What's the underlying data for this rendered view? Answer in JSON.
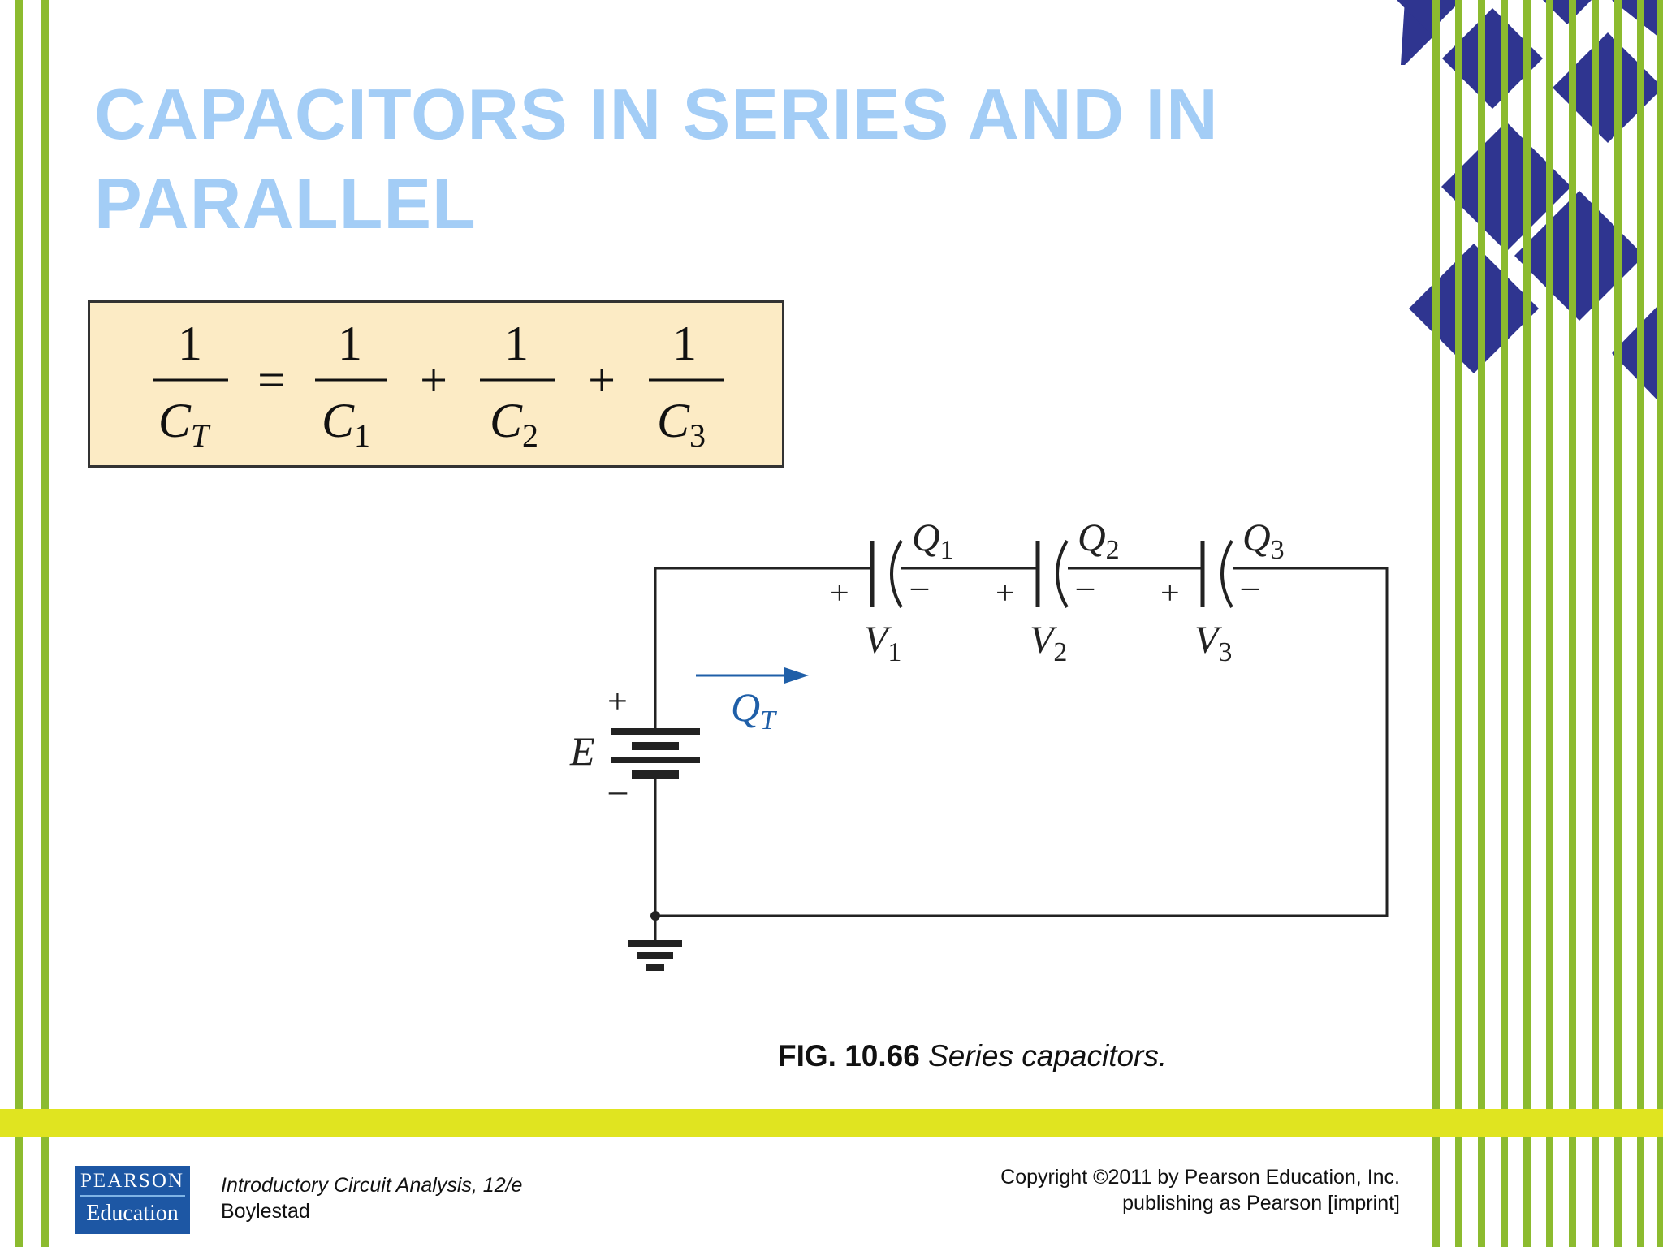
{
  "slide": {
    "title_line1": "CAPACITORS IN SERIES AND IN",
    "title_line2": "PARALLEL"
  },
  "formula": {
    "numerator": "1",
    "lhs_symbol": "C",
    "lhs_subscript": "T",
    "equals": "=",
    "plus": "+",
    "terms": [
      {
        "symbol": "C",
        "subscript": "1"
      },
      {
        "symbol": "C",
        "subscript": "2"
      },
      {
        "symbol": "C",
        "subscript": "3"
      }
    ]
  },
  "circuit": {
    "source_label": "E",
    "plus_sign": "+",
    "minus_sign": "–",
    "charge_total": {
      "symbol": "Q",
      "subscript": "T"
    },
    "capacitors": [
      {
        "charge": "Q",
        "charge_sub": "1",
        "voltage": "V",
        "voltage_sub": "1"
      },
      {
        "charge": "Q",
        "charge_sub": "2",
        "voltage": "V",
        "voltage_sub": "2"
      },
      {
        "charge": "Q",
        "charge_sub": "3",
        "voltage": "V",
        "voltage_sub": "3"
      }
    ]
  },
  "caption": {
    "number": "FIG. 10.66",
    "text": "Series capacitors."
  },
  "footer": {
    "logo_top": "PEARSON",
    "logo_bottom": "Education",
    "book_title": "Introductory Circuit Analysis, 12/e",
    "book_author": "Boylestad",
    "copyright_line1": "Copyright ©2011 by Pearson Education, Inc.",
    "copyright_line2": "publishing as Pearson [imprint]"
  },
  "colors": {
    "title": "#a3cdf6",
    "stripe_green": "#8cbb2f",
    "band_yellow": "#e0e420",
    "diamond_navy": "#2f3590",
    "arrow_blue": "#1f5fa8",
    "formula_bg": "#fcebc5",
    "logo_blue": "#1d57a4"
  }
}
